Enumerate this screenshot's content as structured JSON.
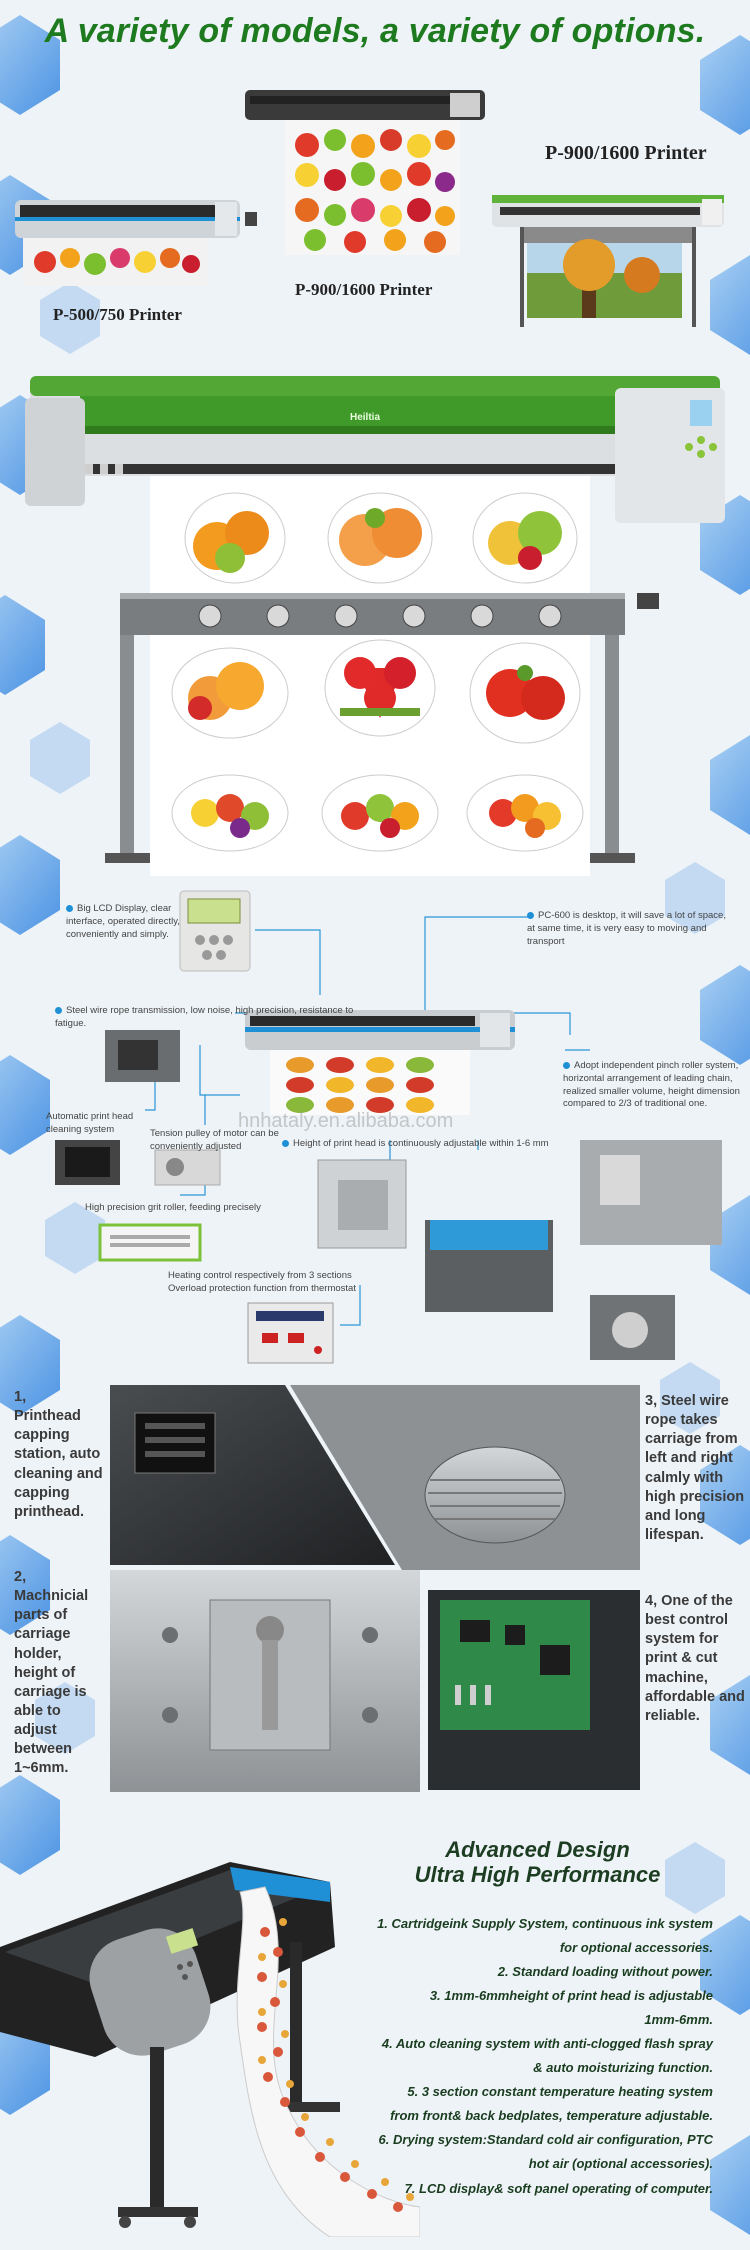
{
  "header": {
    "title": "A variety of models, a variety of options."
  },
  "models": {
    "p500_label": "P-500/750  Printer",
    "p900_center_label": "P-900/1600 Printer",
    "p900_right_label": "P-900/1600 Printer"
  },
  "main_printer": {
    "brand": "Heiltia"
  },
  "features": {
    "lcd": "Big LCD Display, clear interface, operated directly, conveniently and simply.",
    "pc600": "PC-600 is desktop, it will save a lot of space, at same time, it is very easy to moving and transport",
    "steel_wire": "Steel wire rope transmission, low noise, high precision, resistance to fatigue.",
    "pinch_roller": "Adopt independent pinch roller system, horizontal arrangement of leading chain, realized smaller volume, height dimension compared to 2/3 of traditional one.",
    "cleaning_station": "Automatic print head cleaning system",
    "tension_pulley": "Tension pulley of motor can be conveniently adjusted",
    "print_head_height": "Height of print head is continuously adjustable within 1-6 mm",
    "grit_roller": "High precision grit roller, feeding precisely",
    "heating": "Heating control respectively from 3 sections\nOverload protection function from thermostat",
    "watermark": "hnhataly.en.alibaba.com"
  },
  "details": {
    "item1": "1,\nPrinthead capping station, auto cleaning and capping printhead.",
    "item2": "2,\nMachnicial parts of carriage holder, height of carriage is able to adjust between 1~6mm.",
    "item3": "3, Steel wire rope takes carriage from left and right calmly with high precision and long lifespan.",
    "item4": "4, One of the best control system for print & cut machine, affordable and reliable."
  },
  "advanced": {
    "title_line1": "Advanced Design",
    "title_line2": "Ultra High Performance",
    "items": [
      "1.  Cartridgeink Supply System, continuous ink system",
      "for optional accessories.",
      "2.  Standard loading without power.",
      "3. 1mm-6mmheight of print head is adjustable",
      "1mm-6mm.",
      "4.  Auto cleaning system with anti-clogged flash spray",
      "& auto moisturizing function.",
      "5.  3 section constant temperature heating system",
      "from front& back bedplates, temperature adjustable.",
      "6.  Drying system:Standard cold air configuration, PTC",
      "hot air (optional accessories).",
      "7.  LCD display& soft panel operating of computer."
    ]
  },
  "colors": {
    "brand_green": "#1e7a1e",
    "accent_blue": "#1f8fd6",
    "hex_blue": "#2f82e0"
  }
}
